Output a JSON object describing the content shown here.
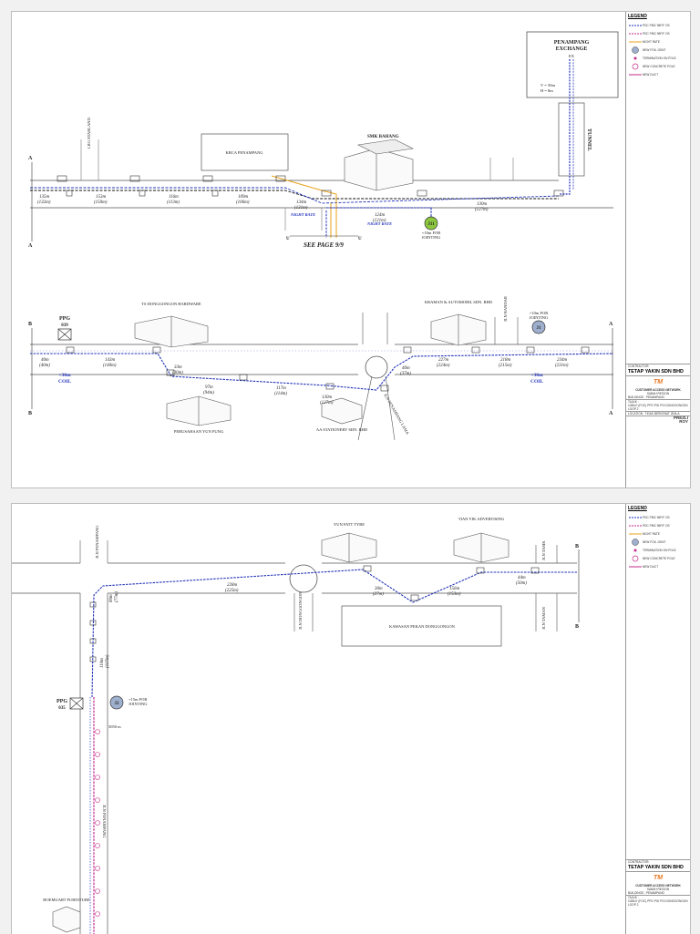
{
  "sheet1": {
    "exchange": {
      "title_line1": "PENAMPANG",
      "title_line2": "EXCHANGE",
      "code": "EX",
      "v_note": "V = 50m",
      "h_note": "H = 8m",
      "tunnel": "TUNNEL"
    },
    "landmarks": {
      "kpca": "KBCA PENAMPANG",
      "smk": "SMK BAHANG",
      "seepage": "SEE PAGE 9/9",
      "road1": "LRG STARLAND",
      "ts": "TS DONGGONGON HARDWARE",
      "perusahaan": "PERUSAHAAN YUN FUNG",
      "aa": "AA STATIONERY SDN. BHD",
      "kraman": "KRAMAN & AUTOMOBIL SDN. BHD",
      "jlnpenampang": "JLN PENAMPANG LAMA",
      "road2": "JLN BANDAR"
    },
    "markers": {
      "a": "A",
      "b": "B",
      "u": "U"
    },
    "joints": {
      "j11": "J11",
      "j11_note_1": "+10m FOR",
      "j11_note_2": "JOINTING",
      "j1": "J1",
      "j1_note_1": "+10m FOR",
      "j1_note_2": "JOINTING"
    },
    "ppg": {
      "label": "PPG",
      "num": "039",
      "coil1": "+30m",
      "coil2": "COIL",
      "coil3": "+30m",
      "coil4": "COIL"
    },
    "night_rate_1": "NIGHT RATE",
    "night_rate_2": "NIGHT RATE",
    "segments_top": [
      {
        "a": "135m",
        "b": "(132m)"
      },
      {
        "a": "153m",
        "b": "(150m)"
      },
      {
        "a": "116m",
        "b": "(113m)"
      },
      {
        "a": "109m",
        "b": "(106m)"
      },
      {
        "a": "134m",
        "b": "(131m)"
      },
      {
        "a": "124m",
        "b": "(121m)"
      },
      {
        "a": "130m",
        "b": "(127m)"
      }
    ],
    "segments_bottom": [
      {
        "a": "40m",
        "b": "(40m)"
      },
      {
        "a": "143m",
        "b": "(140m)"
      },
      {
        "a": "33m",
        "b": "(30m)"
      },
      {
        "a": "97m",
        "b": "(94m)"
      },
      {
        "a": "117m",
        "b": "(114m)"
      },
      {
        "a": "130m",
        "b": "(127m)"
      },
      {
        "a": "40m",
        "b": "(37m)"
      },
      {
        "a": "227m",
        "b": "(224m)"
      },
      {
        "a": "218m",
        "b": "(215m)"
      },
      {
        "a": "234m",
        "b": "(231m)"
      }
    ]
  },
  "sheet2": {
    "landmarks": {
      "yun": "YUN FATT TYRE",
      "tian": "TIAN YIK ADVERTISING",
      "kawasan": "KAWASAN PEKAN DONGGONGON",
      "hoe": "HOEMUART FURNITURE",
      "roadA": "JLN PENAMPANG",
      "roadB": "JLN DONGGONGON",
      "roadC": "JLN TASIK",
      "roadD": "JLN TAMAN"
    },
    "markers": {
      "b": "B"
    },
    "joints": {
      "j2": "J2",
      "j2_note_1": "+15m FOR",
      "j2_note_2": "JOINTING"
    },
    "ppg": {
      "label": "PPG",
      "num": "035",
      "dist": "5050 m"
    },
    "segments": [
      {
        "a": "228m",
        "b": "(225m)"
      },
      {
        "a": "30m",
        "b": "(27m)"
      },
      {
        "a": "156m",
        "b": "(153m)"
      },
      {
        "a": "44m",
        "b": "(50m)"
      },
      {
        "a": "80m",
        "b": "(77m)"
      },
      {
        "a": "110m",
        "b": "(107m)"
      }
    ]
  },
  "legend": {
    "title": "LEGEND",
    "items": [
      "PDC FIBC 96F/F OS",
      "PDC FIBC 96F/F OS",
      "NIGHT RATE",
      "NEW FOIL JOINT",
      "TERMINATION ON POLE",
      "NEW CONCRETE POLE",
      "NEW DUCT"
    ]
  },
  "titleblock": {
    "contractor_label": "CONTRACTOR:",
    "contractor": "TETAP YAKIN SDN BHD",
    "tm": "TM",
    "network_1": "CUSTOMER ACCESS NETWORK",
    "network_2": "SABAH REGION",
    "buildings": "BUILDINGS : PENAMPANG",
    "title_label": "TAJUK :",
    "title_text": "CABLE (FOC) PPG PGI PGI DONGGONGON LOOP 2",
    "location": "LOCATION : TIDAK BERKENAT JEALA",
    "designed_by": "PREZLI",
    "checked": "ROY"
  },
  "colors": {
    "blue": "#2233bb",
    "orange": "#e8a317",
    "magenta": "#c62b8b",
    "green": "#8cc63f",
    "tmblue": "#1d4f9c"
  }
}
